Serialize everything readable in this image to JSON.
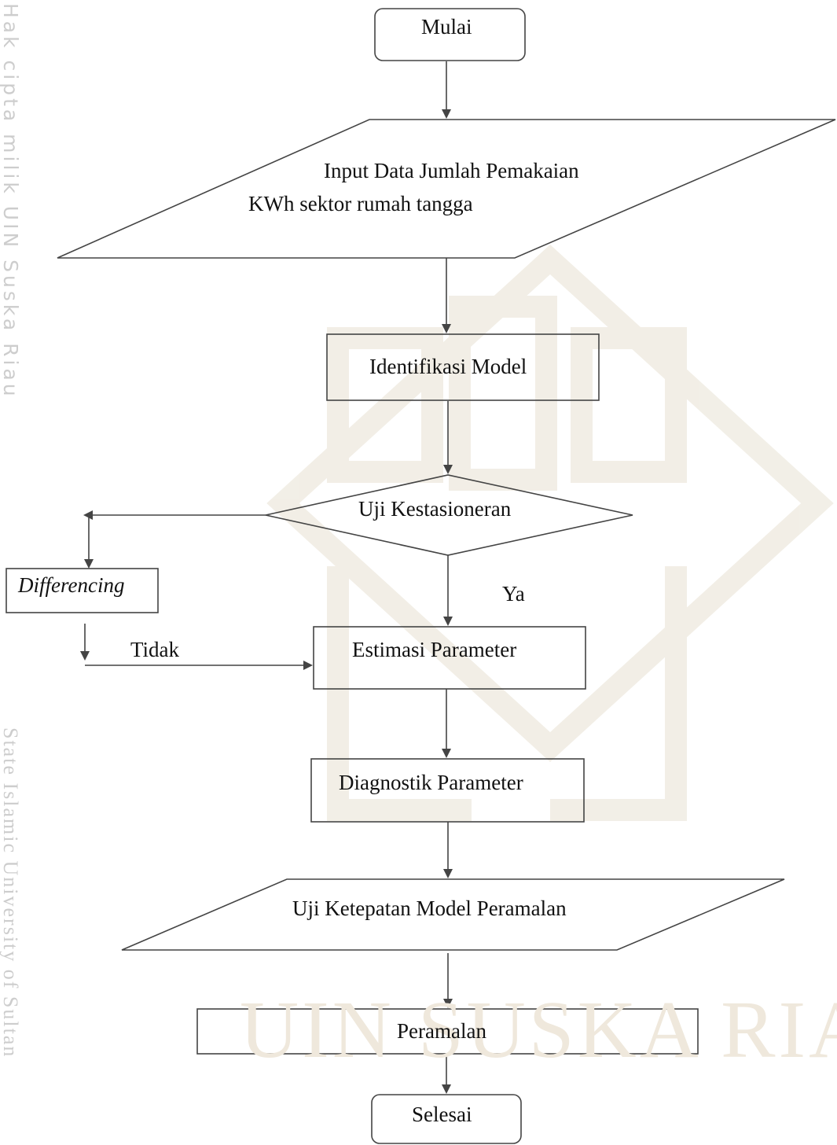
{
  "watermark": {
    "side_top": "Hak cipta milik UIN Suska Riau",
    "side_bottom": "State Islamic University of Sultan",
    "center": "UIN SUSKA RIAU",
    "colors": {
      "gray": "#bdbdbd",
      "beige": "#efe8dc"
    }
  },
  "flowchart": {
    "start": "Mulai",
    "input_line1": "Input Data Jumlah Pemakaian",
    "input_line2": "KWh sektor rumah tangga",
    "identify": "Identifikasi Model",
    "decision": "Uji Kestasioneran",
    "differencing": "Differencing",
    "no_label": "Tidak",
    "yes_label": "Ya",
    "estimate": "Estimasi Parameter",
    "diagnostic": "Diagnostik Parameter",
    "accuracy": "Uji Ketepatan Model Peramalan",
    "forecast": "Peramalan",
    "end": "Selesai"
  },
  "colors": {
    "stroke": "#444444",
    "text": "#111111"
  }
}
